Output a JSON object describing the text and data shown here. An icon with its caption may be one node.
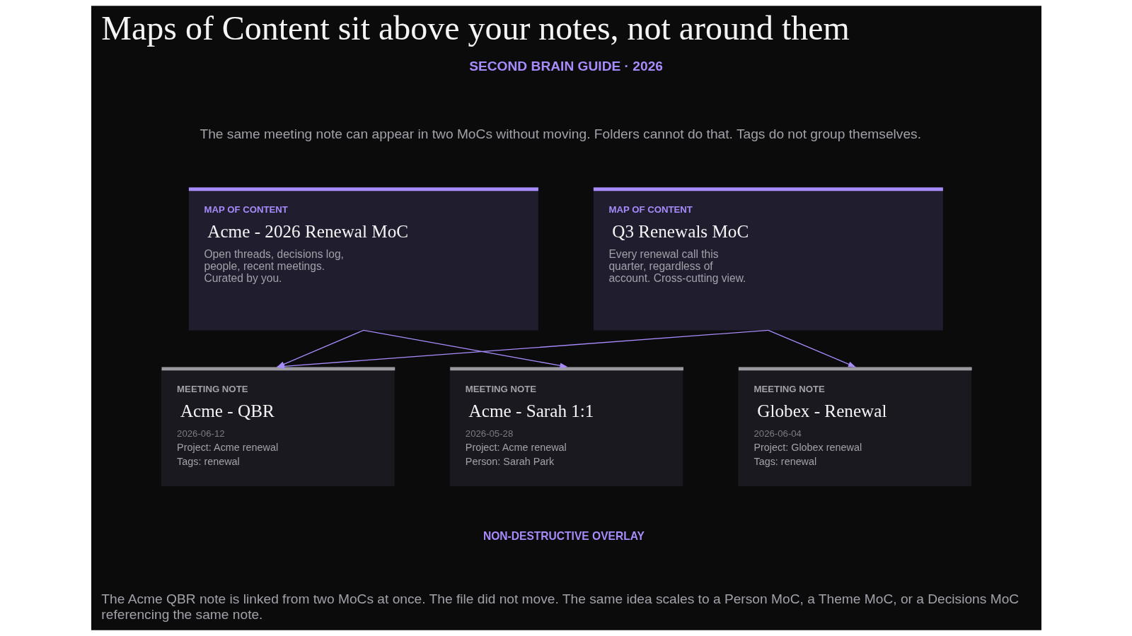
{
  "diagram": {
    "title": "Maps of Content sit above your notes, not around them",
    "nodes": [
      {
        "text": [
          "MAP OF CONTENT",
          "Acme - 2026 Renewal MoC",
          "Open threads, decisions log, people, recent meetings. Curated by you."
        ]
      },
      {
        "text": [
          "MAP OF CONTENT",
          "Q3 Renewals MoC",
          "Every renewal call this quarter, regardless of account. Cross-cutting view."
        ]
      },
      {
        "text": [
          "MEETING NOTE",
          "Acme - QBR",
          "2026-06-12",
          "Project: Acme renewal",
          "Tags: renewal"
        ]
      },
      {
        "text": [
          "MEETING NOTE",
          "Acme - Sarah 1:1",
          "2026-05-28",
          "Project: Acme renewal",
          "Person: Sarah Park"
        ]
      },
      {
        "text": [
          "MEETING NOTE",
          "Globex - Renewal",
          "2026-06-04",
          "Project: Globex renewal",
          "Tags: renewal"
        ]
      }
    ],
    "edges": [
      {
        "from": 0,
        "to": 2,
        "arrow": "to"
      },
      {
        "from": 0,
        "to": 3,
        "arrow": "to"
      },
      {
        "from": 1,
        "to": 2,
        "arrow": "to"
      },
      {
        "from": 1,
        "to": 4,
        "arrow": "to"
      }
    ],
    "labels": [
      "SECOND BRAIN GUIDE · 2026",
      "The same meeting note can appear in two MoCs without moving. Folders cannot do that. Tags do not group themselves.",
      "NON-DESTRUCTIVE OVERLAY",
      "The Acme QBR note is linked from two MoCs at once. The file did not move. The same idea scales to a Person MoC, a Theme MoC, or a Decisions MoC referencing the same note."
    ]
  }
}
